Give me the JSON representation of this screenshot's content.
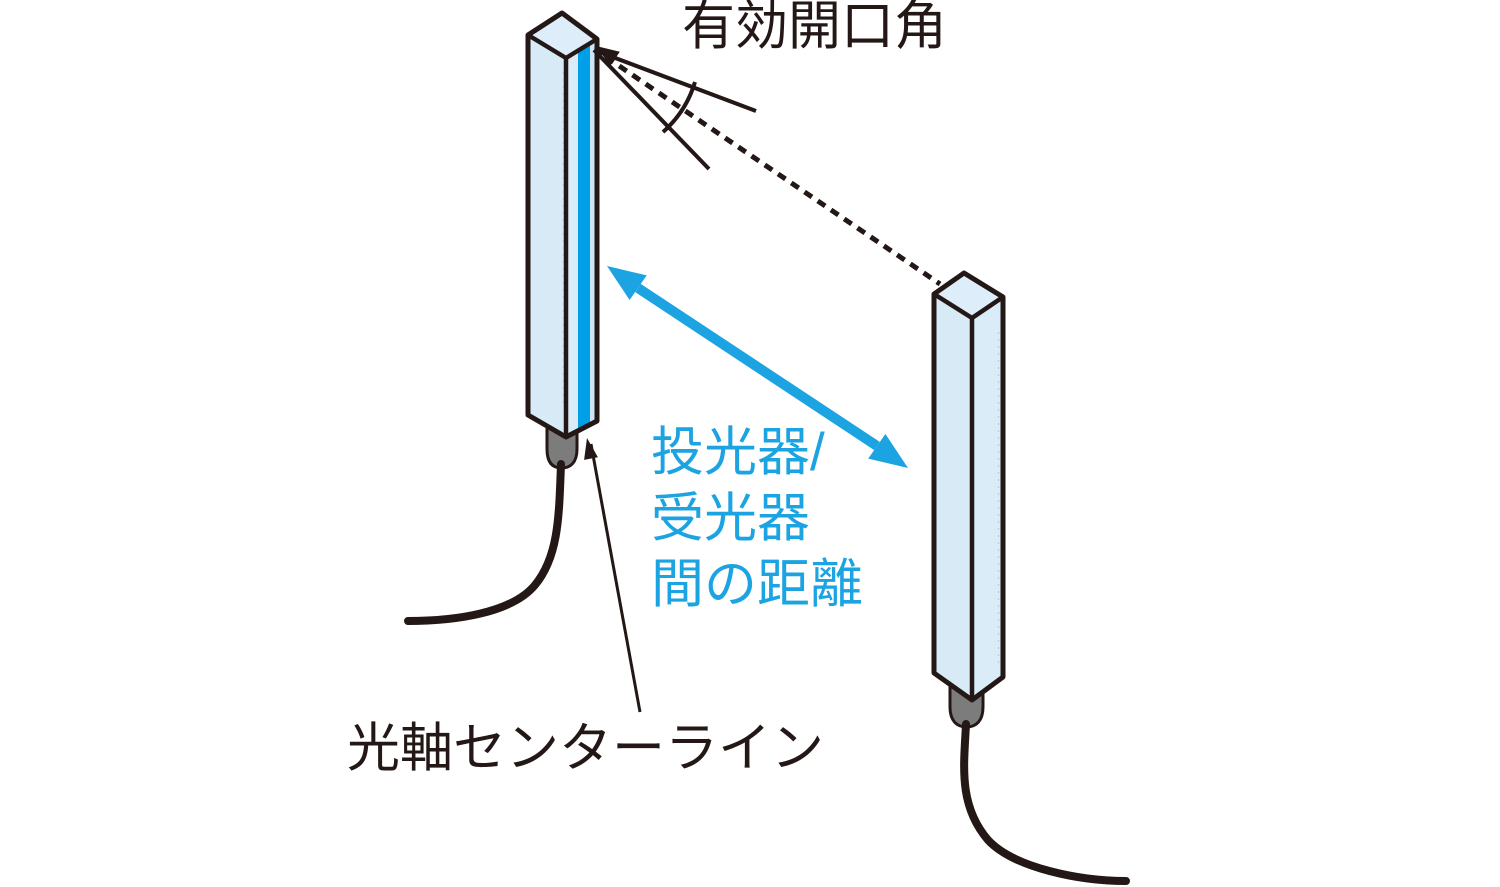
{
  "diagram": {
    "kind": "light-curtain-installation-diagram",
    "labels": {
      "aperture_angle": "有効開口角",
      "distance": [
        "投光器/",
        "受光器",
        "間の距離"
      ],
      "optical_axis_centerline": "光軸センターライン"
    },
    "components": {
      "left_bar": "emitter-bar",
      "right_bar": "receiver-bar",
      "left_cable": "emitter-cable",
      "right_cable": "receiver-cable"
    },
    "colors": {
      "line_black": "#231815",
      "accent_blue": "#1ba3e2",
      "stripe_blue": "#009fe8",
      "sensor_fill_front": "#d9ecf8",
      "sensor_fill_side": "#d7eaf6",
      "sensor_fill_top": "#ddeefa",
      "connector_gray": "#7c7c7c",
      "background": "#ffffff"
    }
  }
}
